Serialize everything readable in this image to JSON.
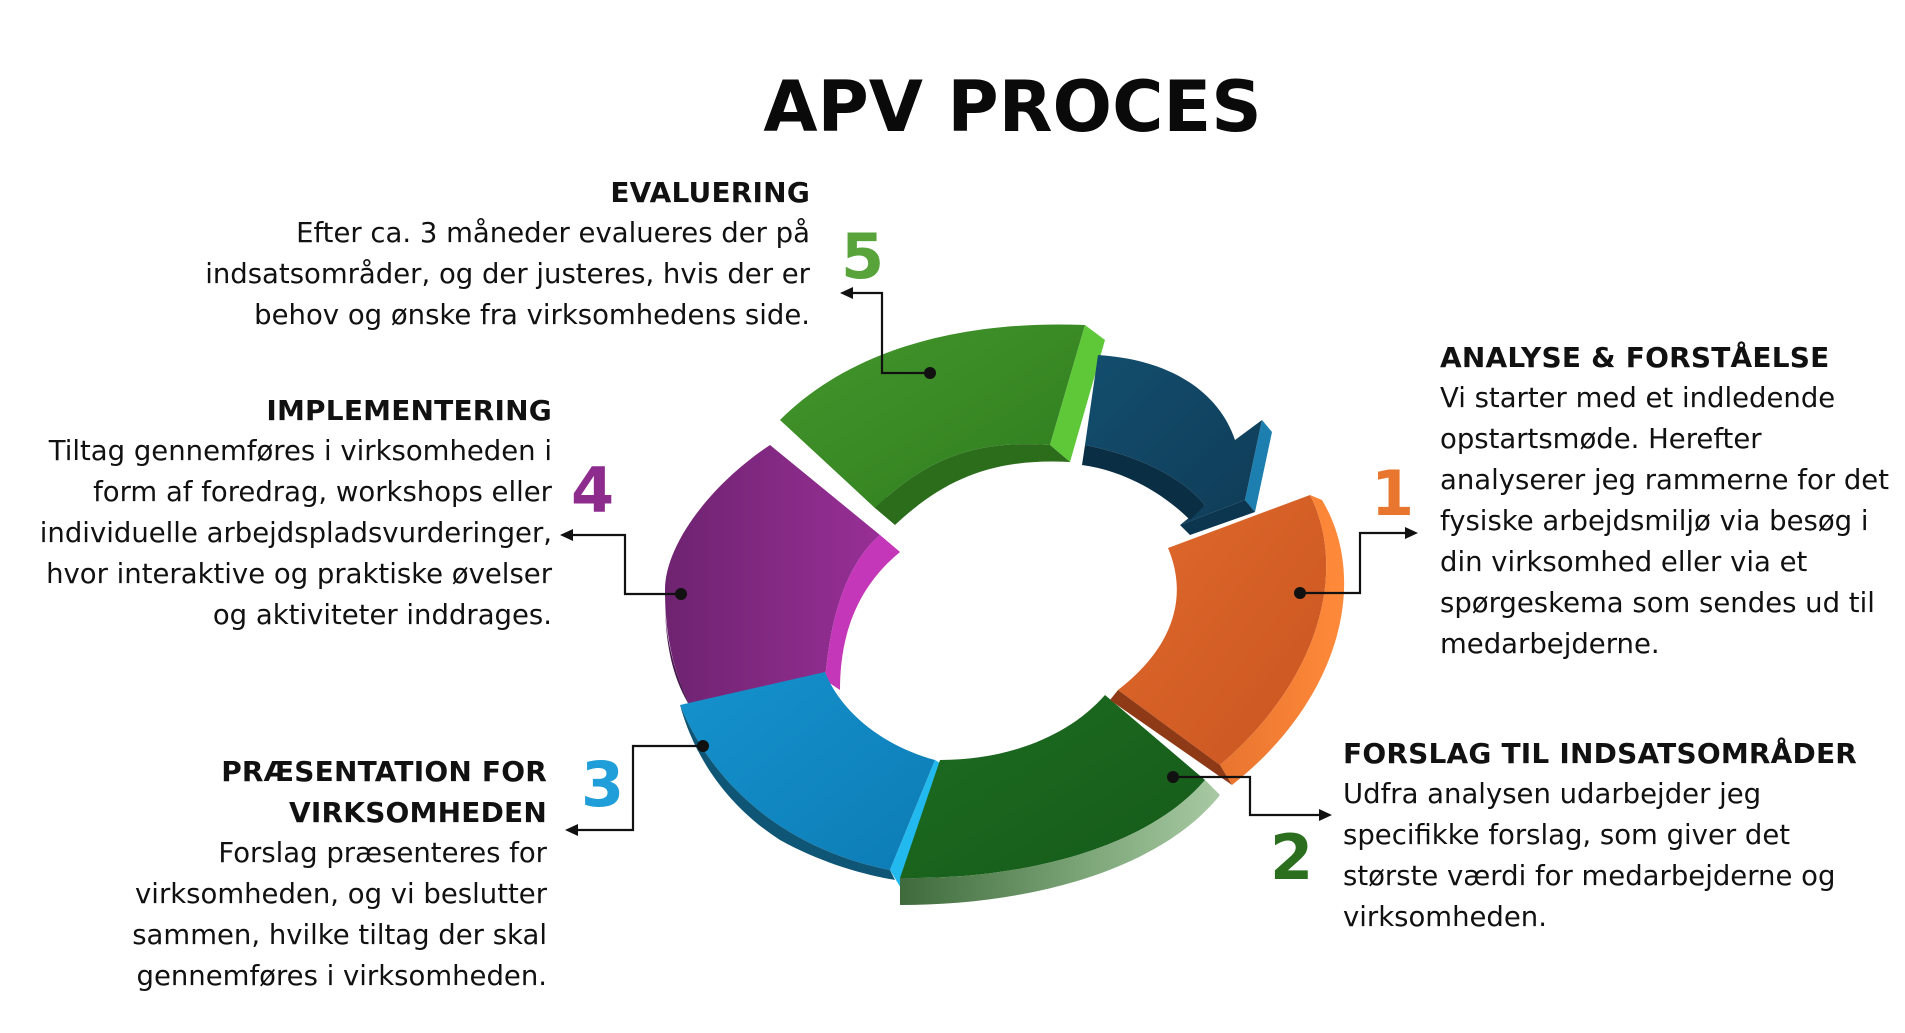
{
  "title": "APV PROCES",
  "colors": {
    "step1": "#e76e2e",
    "step2": "#1c6a22",
    "step3": "#1796ce",
    "step4": "#8f2a8c",
    "step5": "#4ca32e",
    "arrow": "#1b5a80",
    "num1": "#e8762e",
    "num2": "#2a6e1e",
    "num3": "#1f9ed9",
    "num4": "#8e2c8e",
    "num5": "#58a33a"
  },
  "steps": [
    {
      "number": "1",
      "heading": "ANALYSE & FORSTÅELSE",
      "text": "Vi starter med et indledende opstartsmøde. Herefter analyserer jeg rammerne for det fysiske arbejdsmiljø via besøg i din virksomhed eller via et spørgeskema som sendes ud til medarbejderne."
    },
    {
      "number": "2",
      "heading": "FORSLAG TIL INDSATSOMRÅDER",
      "text": "Udfra analysen udarbejder jeg specifikke forslag, som giver det største værdi for medarbejderne og virksomheden."
    },
    {
      "number": "3",
      "heading": "PRÆSENTATION FOR VIRKSOMHEDEN",
      "text": "Forslag præsenteres for virksomheden, og vi beslutter sammen, hvilke tiltag der skal gennemføres i virksomheden."
    },
    {
      "number": "4",
      "heading": "IMPLEMENTERING",
      "text": "Tiltag gennemføres i virksomheden i form af foredrag, workshops eller individuelle arbejdspladsvurderinger, hvor interaktive og praktiske øvelser og aktiviteter inddrages."
    },
    {
      "number": "5",
      "heading": "EVALUERING",
      "text": "Efter ca. 3 måneder evalueres der på indsatsområder, og der justeres, hvis der er behov og ønske fra virksomhedens side."
    }
  ]
}
